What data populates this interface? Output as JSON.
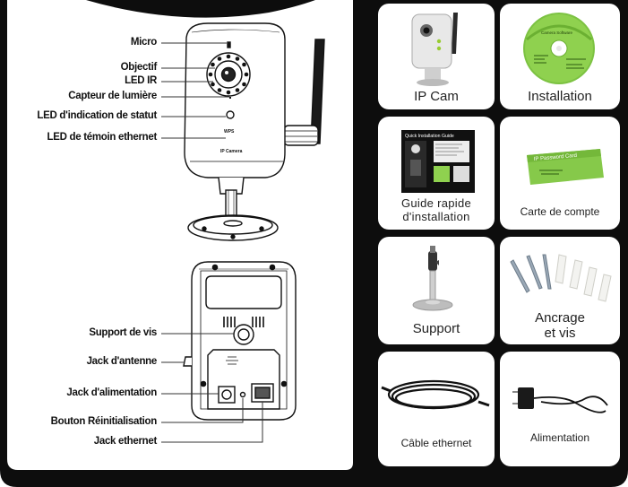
{
  "camera_front_callouts": [
    {
      "id": "micro",
      "label": "Micro"
    },
    {
      "id": "objectif",
      "label": "Objectif"
    },
    {
      "id": "led-ir",
      "label": "LED IR"
    },
    {
      "id": "capteur",
      "label": "Capteur de lumière"
    },
    {
      "id": "led-statut",
      "label": "LED d'indication de statut"
    },
    {
      "id": "led-ethernet",
      "label": "LED de témoin ethernet"
    }
  ],
  "camera_back_callouts": [
    {
      "id": "support-vis",
      "label": "Support de vis"
    },
    {
      "id": "jack-antenne",
      "label": "Jack d'antenne"
    },
    {
      "id": "jack-alim",
      "label": "Jack d'alimentation"
    },
    {
      "id": "bouton-reinit",
      "label": "Bouton Réinitialisation"
    },
    {
      "id": "jack-ethernet",
      "label": "Jack ethernet"
    }
  ],
  "device_text": {
    "wps_label": "WPS",
    "brand_label": "IP Camera"
  },
  "package_items": [
    {
      "id": "ip-cam",
      "label": "IP Cam"
    },
    {
      "id": "installation",
      "label": "Installation"
    },
    {
      "id": "guide",
      "label": "Guide rapide\nd'installation"
    },
    {
      "id": "carte",
      "label": "Carte de compte"
    },
    {
      "id": "support",
      "label": "Support"
    },
    {
      "id": "ancrage",
      "label": "Ancrage\net vis"
    },
    {
      "id": "cable",
      "label": "Câble ethernet"
    },
    {
      "id": "alim",
      "label": "Alimentation"
    }
  ],
  "item_graphics_text": {
    "cd_title": "Camera Software",
    "guide_title": "Quick Installation Guide",
    "account_card_title": "IP Password Card"
  },
  "colors": {
    "background_dark": "#0c0c0c",
    "card_white": "#ffffff",
    "led_green": "#8fd14f"
  }
}
